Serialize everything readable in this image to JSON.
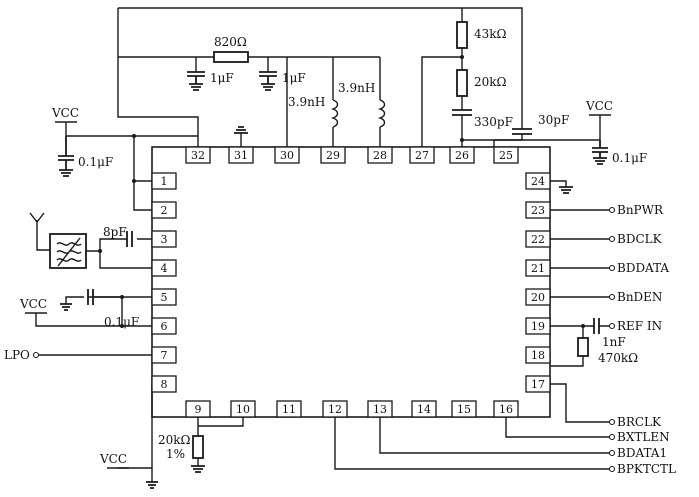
{
  "components": {
    "r_820": "820Ω",
    "c_1uf_a": "1μF",
    "c_1uf_b": "1μF",
    "l_39_a": "3.9nH",
    "l_39_b": "3.9nH",
    "r_43k": "43kΩ",
    "r_20k_top": "20kΩ",
    "c_330p": "330pF",
    "c_30p": "30pF",
    "c_01uf_left": "0.1μF",
    "c_01uf_right": "0.1μF",
    "c_8p": "8pF",
    "c_01uf_mid": "0.1μF",
    "c_1nf": "1nF",
    "r_470k": "470kΩ",
    "r_20k_bottom": "20kΩ",
    "tol": "1%"
  },
  "supplies": {
    "vcc_left_top": "VCC",
    "vcc_right_top": "VCC",
    "vcc_left_mid": "VCC",
    "vcc_bottom": "VCC"
  },
  "signals": {
    "lpo": "LPO",
    "bnpwr": "BnPWR",
    "bdclk": "BDCLK",
    "bddata": "BDDATA",
    "bnden": "BnDEN",
    "refin": "REF IN",
    "brclk": "BRCLK",
    "bxtlen": "BXTLEN",
    "bdata1": "BDATA1",
    "bpktctl": "BPKTCTL"
  },
  "pins": {
    "top": [
      "32",
      "31",
      "30",
      "29",
      "28",
      "27",
      "26",
      "25"
    ],
    "left": [
      "1",
      "2",
      "3",
      "4",
      "5",
      "6",
      "7",
      "8"
    ],
    "right": [
      "24",
      "23",
      "22",
      "21",
      "20",
      "19",
      "18",
      "17"
    ],
    "bottom": [
      "9",
      "10",
      "11",
      "12",
      "13",
      "14",
      "15",
      "16"
    ]
  }
}
